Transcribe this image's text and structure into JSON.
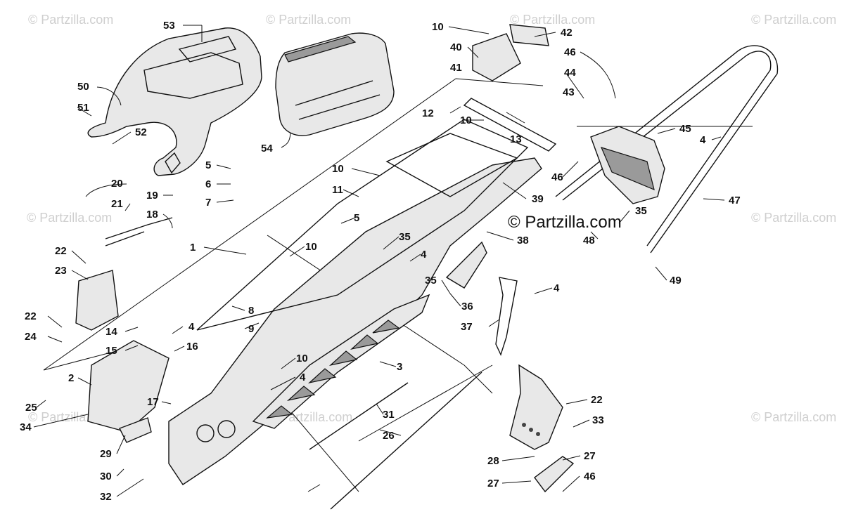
{
  "watermark": {
    "text": "© Partzilla.com",
    "center_text": "© Partzilla.com"
  },
  "callouts": [
    "53",
    "50",
    "51",
    "52",
    "54",
    "10",
    "42",
    "40",
    "41",
    "46",
    "44",
    "43",
    "12",
    "10",
    "13",
    "45",
    "4",
    "5",
    "6",
    "7",
    "20",
    "21",
    "19",
    "18",
    "11",
    "10",
    "39",
    "46",
    "47",
    "35",
    "5",
    "1",
    "35",
    "48",
    "38",
    "10",
    "22",
    "23",
    "4",
    "35",
    "49",
    "8",
    "9",
    "4",
    "36",
    "22",
    "24",
    "14",
    "4",
    "37",
    "15",
    "16",
    "10",
    "3",
    "2",
    "4",
    "17",
    "22",
    "25",
    "34",
    "31",
    "33",
    "26",
    "29",
    "28",
    "27",
    "30",
    "27",
    "46",
    "32"
  ]
}
